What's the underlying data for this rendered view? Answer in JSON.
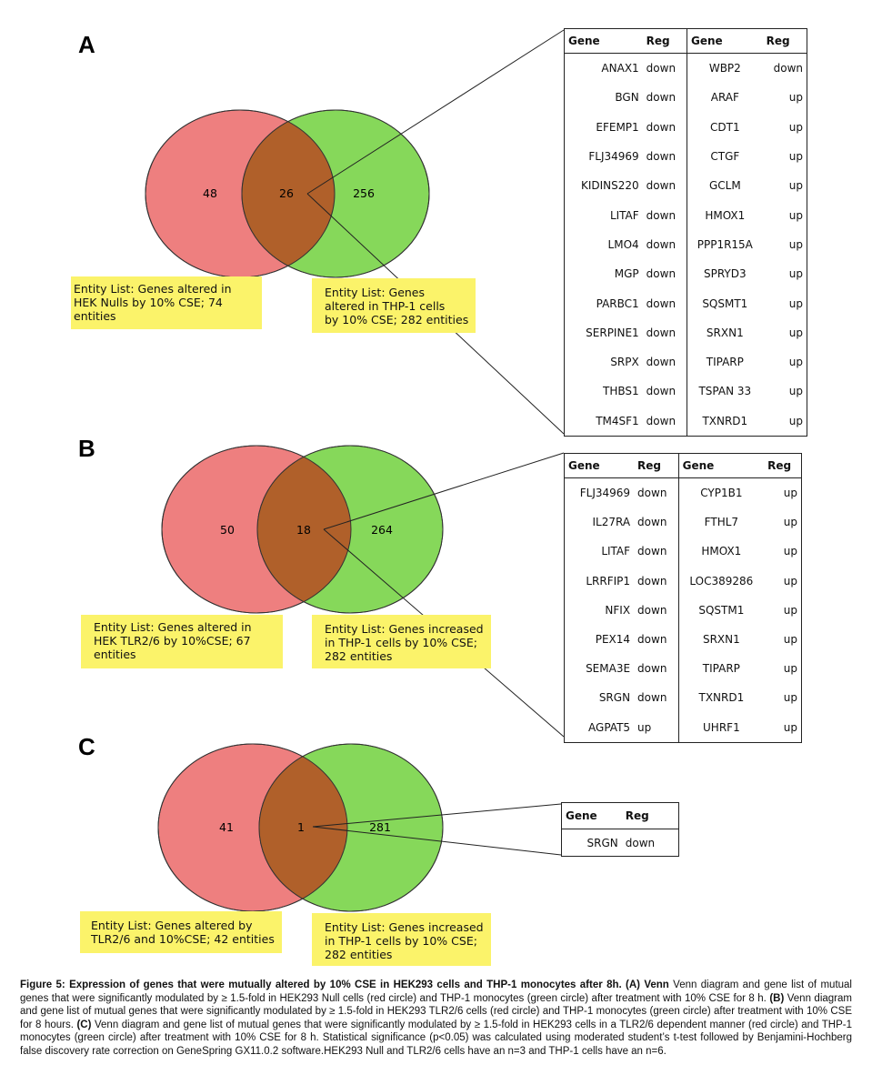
{
  "panels": {
    "A": {
      "letter": "A",
      "left_count": "48",
      "overlap_count": "26",
      "right_count": "256",
      "left_box": "Entity List: Genes altered in\nHEK Nulls by 10% CSE; 74\nentities",
      "right_box": "Entity List: Genes\n altered in THP-1 cells\nby 10% CSE; 282 entities",
      "headers": [
        "Gene",
        "Reg",
        "Gene",
        "Reg"
      ],
      "rows": [
        [
          "ANAX1",
          "down",
          "WBP2",
          "down"
        ],
        [
          "BGN",
          "down",
          "ARAF",
          "up"
        ],
        [
          "EFEMP1",
          "down",
          "CDT1",
          "up"
        ],
        [
          "FLJ34969",
          "down",
          "CTGF",
          "up"
        ],
        [
          "KIDINS220",
          "down",
          "GCLM",
          "up"
        ],
        [
          "LITAF",
          "down",
          "HMOX1",
          "up"
        ],
        [
          "LMO4",
          "down",
          "PPP1R15A",
          "up"
        ],
        [
          "MGP",
          "down",
          "SPRYD3",
          "up"
        ],
        [
          "PARBC1",
          "down",
          "SQSMT1",
          "up"
        ],
        [
          "SERPINE1",
          "down",
          "SRXN1",
          "up"
        ],
        [
          "SRPX",
          "down",
          "TIPARP",
          "up"
        ],
        [
          "THBS1",
          "down",
          "TSPAN 33",
          "up"
        ],
        [
          "TM4SF1",
          "down",
          "TXNRD1",
          "up"
        ]
      ]
    },
    "B": {
      "letter": "B",
      "left_count": "50",
      "overlap_count": "18",
      "right_count": "264",
      "left_box": "Entity List: Genes altered in\nHEK TLR2/6 by 10%CSE; 67\nentities",
      "right_box": "Entity List: Genes increased\n in THP-1 cells by 10% CSE;\n282 entities",
      "headers": [
        "Gene",
        "Reg",
        "Gene",
        "Reg"
      ],
      "rows": [
        [
          "FLJ34969",
          "down",
          "CYP1B1",
          "up"
        ],
        [
          "IL27RA",
          "down",
          "FTHL7",
          "up"
        ],
        [
          "LITAF",
          "down",
          "HMOX1",
          "up"
        ],
        [
          "LRRFIP1",
          "down",
          "LOC389286",
          "up"
        ],
        [
          "NFIX",
          "down",
          "SQSTM1",
          "up"
        ],
        [
          "PEX14",
          "down",
          "SRXN1",
          "up"
        ],
        [
          "SEMA3E",
          "down",
          "TIPARP",
          "up"
        ],
        [
          "SRGN",
          "down",
          "TXNRD1",
          "up"
        ],
        [
          "AGPAT5",
          "up",
          "UHRF1",
          "up"
        ]
      ]
    },
    "C": {
      "letter": "C",
      "left_count": "41",
      "overlap_count": "1",
      "right_count": "281",
      "left_box": "Entity List: Genes altered by\nTLR2/6 and 10%CSE; 42 entities",
      "right_box": "Entity List: Genes increased\n in THP-1 cells by 10% CSE;\n282 entities",
      "headers": [
        "Gene",
        "Reg"
      ],
      "rows": [
        [
          "SRGN",
          "down"
        ]
      ]
    }
  },
  "colors": {
    "red_circle": "#ee7f7f",
    "green_circle": "#86d85a",
    "overlap": "#b0602a",
    "box": "#fbf36a"
  },
  "caption": {
    "bold": "Figure 5: Expression of genes that were mutually altered by 10% CSE in HEK293 cells and THP-1 monocytes after 8h. (A) Venn",
    "text1": " Venn diagram and gene list of mutual genes that were significantly modulated by ≥ 1.5-fold in HEK293 Null cells (red circle) and THP-1 monocytes (green circle) after treatment with 10% CSE for 8 h. ",
    "bold_b": "(B)",
    "text2": " Venn diagram and gene list of mutual genes that were significantly modulated by ≥ 1.5-fold in HEK293 TLR2/6 cells  (red circle) and THP-1 monocytes (green circle) after treatment with 10% CSE for 8 hours. ",
    "bold_c": "(C)",
    "text3": " Venn diagram and gene list of mutual genes that were significantly modulated by ≥ 1.5-fold in HEK293 cells in a TLR2/6 dependent manner (red circle) and THP-1 monocytes (green circle) after treatment with 10% CSE for 8 h. Statistical significance (p<0.05) was calculated using moderated student’s t-test followed by Benjamini-Hochberg false discovery rate correction on GeneSpring GX11.0.2 software.HEK293 Null and TLR2/6 cells have an n=3 and THP-1 cells have an n=6."
  }
}
